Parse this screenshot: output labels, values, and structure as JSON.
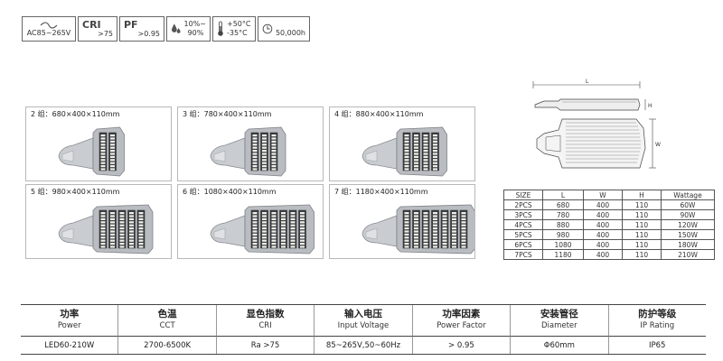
{
  "specs": {
    "voltage": "AC85~265V",
    "cri_label": "CRI",
    "cri_value": ">75",
    "pf_label": "PF",
    "pf_value": ">0.95",
    "humidity_min": "10%~",
    "humidity_max": "90%",
    "temp_max": "+50°C",
    "temp_min": "-35°C",
    "lifetime": "50,000h"
  },
  "cards": [
    {
      "label": "2 组：680×400×110mm",
      "modules": 2
    },
    {
      "label": "3 组：780×400×110mm",
      "modules": 3
    },
    {
      "label": "4 组：880×400×110mm",
      "modules": 4
    },
    {
      "label": "5 组：980×400×110mm",
      "modules": 5
    },
    {
      "label": "6 组：1080×400×110mm",
      "modules": 6
    },
    {
      "label": "7 组：1180×400×110mm",
      "modules": 7
    }
  ],
  "drawing": {
    "length_label": "L",
    "height_label": "H",
    "width_label": "W"
  },
  "size_table": {
    "headers": [
      "SIZE",
      "L",
      "W",
      "H",
      "Wattage"
    ],
    "rows": [
      [
        "2PCS",
        "680",
        "400",
        "110",
        "60W"
      ],
      [
        "3PCS",
        "780",
        "400",
        "110",
        "90W"
      ],
      [
        "4PCS",
        "880",
        "400",
        "110",
        "120W"
      ],
      [
        "5PCS",
        "980",
        "400",
        "110",
        "150W"
      ],
      [
        "6PCS",
        "1080",
        "400",
        "110",
        "180W"
      ],
      [
        "7PCS",
        "1180",
        "400",
        "110",
        "210W"
      ]
    ]
  },
  "spec_table": {
    "headers": [
      {
        "zh": "功率",
        "en": "Power"
      },
      {
        "zh": "色温",
        "en": "CCT"
      },
      {
        "zh": "显色指数",
        "en": "CRI"
      },
      {
        "zh": "输入电压",
        "en": "Input Voltage"
      },
      {
        "zh": "功率因素",
        "en": "Power Factor"
      },
      {
        "zh": "安装管径",
        "en": "Diameter"
      },
      {
        "zh": "防护等级",
        "en": "IP Rating"
      }
    ],
    "values": [
      "LED60-210W",
      "2700-6500K",
      "Ra >75",
      "85~265V,50~60Hz",
      "> 0.95",
      "Φ60mm",
      "IP65"
    ]
  }
}
